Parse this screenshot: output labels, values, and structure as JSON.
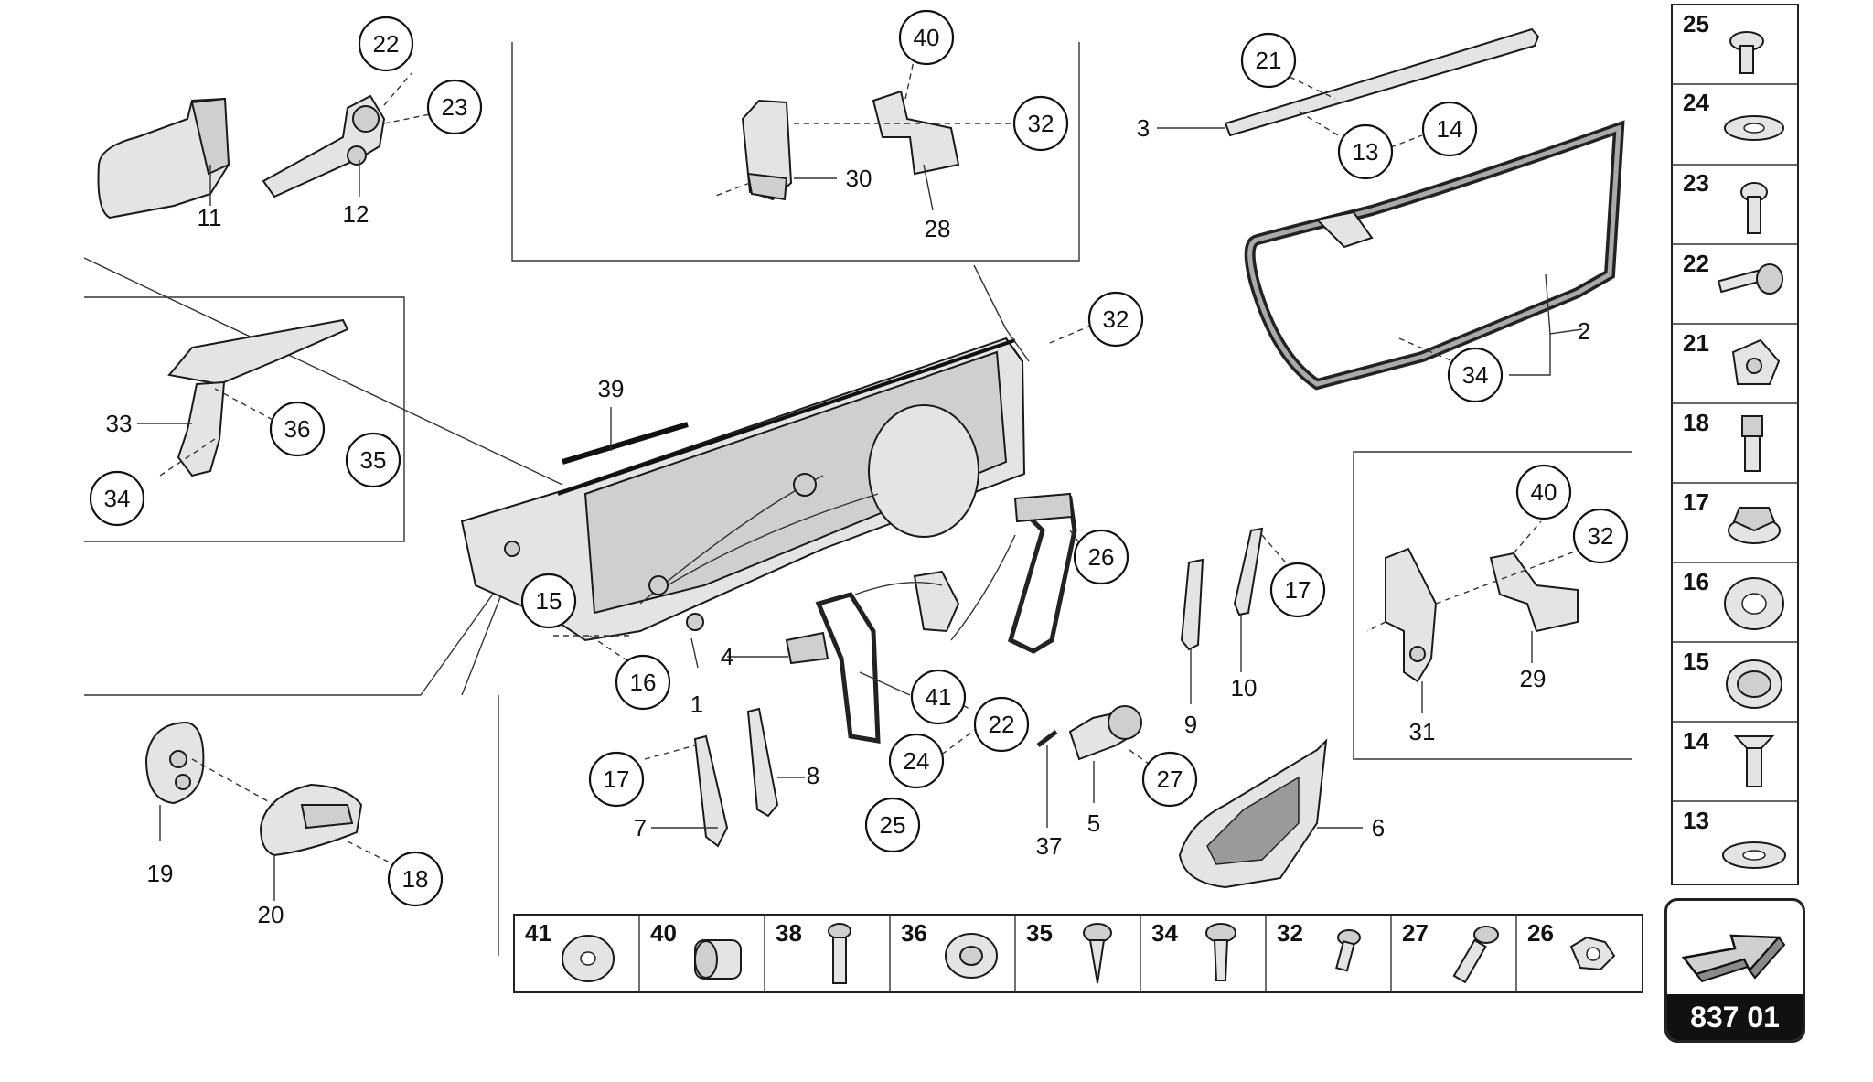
{
  "callouts": {
    "c1": "1",
    "c2": "2",
    "c3": "3",
    "c4": "4",
    "c5": "5",
    "c6": "6",
    "c7": "7",
    "c8": "8",
    "c9": "9",
    "c10": "10",
    "c11": "11",
    "c12": "12",
    "c13": "13",
    "c14": "14",
    "c15": "15",
    "c16": "16",
    "c17a": "17",
    "c17b": "17",
    "c18": "18",
    "c19": "19",
    "c20": "20",
    "c21": "21",
    "c22a": "22",
    "c22b": "22",
    "c23": "23",
    "c24": "24",
    "c25": "25",
    "c26": "26",
    "c27": "27",
    "c28": "28",
    "c29": "29",
    "c30": "30",
    "c31": "31",
    "c32a": "32",
    "c32b": "32",
    "c32c": "32",
    "c33": "33",
    "c34a": "34",
    "c34b": "34",
    "c35": "35",
    "c36": "36",
    "c37": "37",
    "c39": "39",
    "c40a": "40",
    "c40b": "40",
    "c41": "41"
  },
  "hardware_right": [
    "25",
    "24",
    "23",
    "22",
    "21",
    "18",
    "17",
    "16",
    "15",
    "14",
    "13"
  ],
  "hardware_bottom": [
    "41",
    "40",
    "38",
    "36",
    "35",
    "34",
    "32",
    "27",
    "26"
  ],
  "nav": {
    "page_code": "837 01",
    "icon": "arrow-next-icon"
  }
}
